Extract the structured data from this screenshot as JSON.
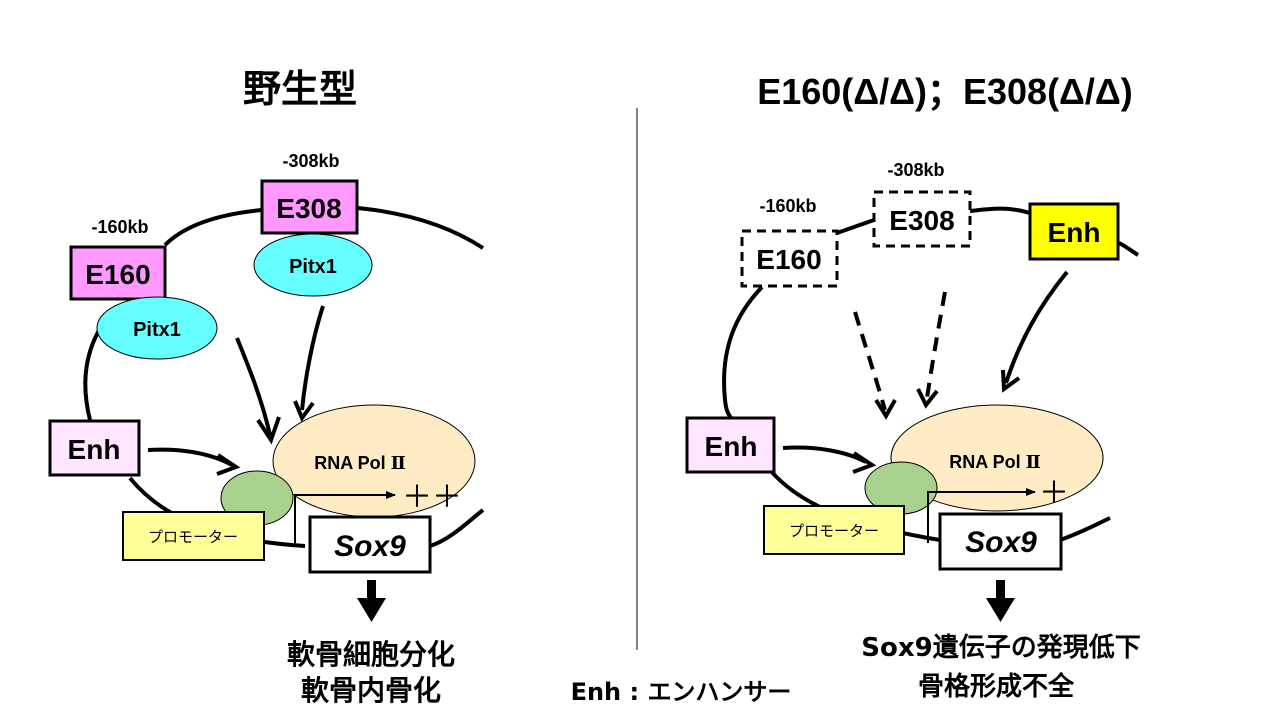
{
  "left_panel": {
    "title": "野生型",
    "labels": {
      "e160_position": "-160kb",
      "e308_position": "-308kb",
      "e160": "E160",
      "e308": "E308",
      "pitx1_a": "Pitx1",
      "pitx1_b": "Pitx1",
      "enh": "Enh",
      "rna_pol": "RNA Pol",
      "rna_pol_numeral": "Ⅱ",
      "promoter": "プロモーター",
      "gene": "Sox9",
      "expression": "＋＋"
    },
    "outcome": [
      "軟骨細胞分化",
      "軟骨内骨化"
    ]
  },
  "right_panel": {
    "title": "E160(Δ/Δ)；E308(Δ/Δ)",
    "labels": {
      "e160_position": "-160kb",
      "e308_position": "-308kb",
      "e160": "E160",
      "e308": "E308",
      "enh_remote": "Enh",
      "enh": "Enh",
      "rna_pol": "RNA Pol",
      "rna_pol_numeral": "Ⅱ",
      "promoter": "プロモーター",
      "gene": "Sox9",
      "expression": "＋"
    },
    "outcome": [
      "Sox9遺伝子の発現低下",
      "骨格形成不全"
    ]
  },
  "legend": "Enh : エンハンサー",
  "colors": {
    "enhancer_magenta": "#FF99FF",
    "enhancer_light": "#FFE5FF",
    "enhancer_yellow": "#FFFF00",
    "pitx1": "#66FFFF",
    "rna_pol": "#FFEBC4",
    "promoter_box": "#FFFF99",
    "promoter_dot": "#A8D18D"
  }
}
